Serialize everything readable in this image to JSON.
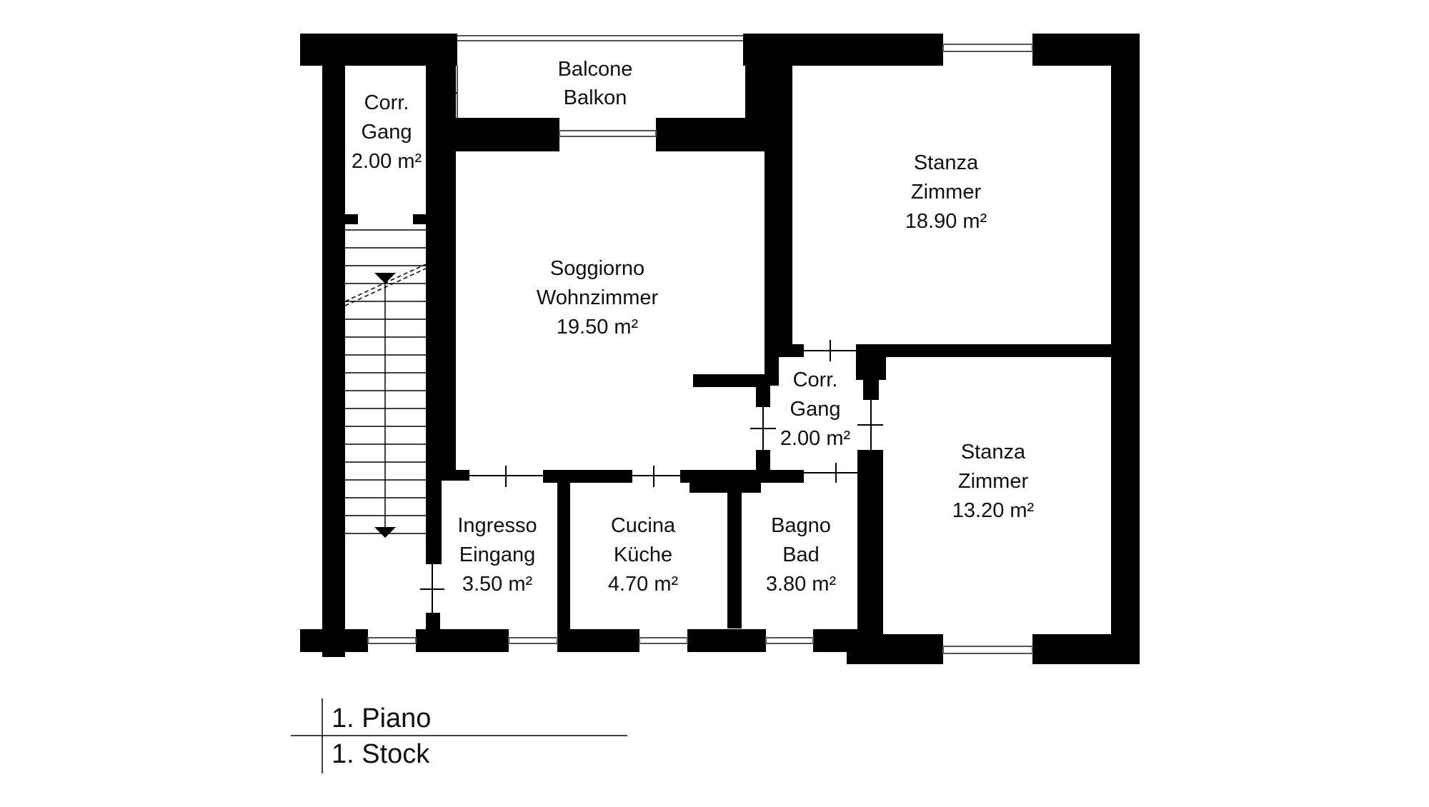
{
  "colors": {
    "background": "#ffffff",
    "wall": "#000000",
    "text": "#111111",
    "window_line": "#555555"
  },
  "rooms": {
    "balcone": {
      "lines": [
        "Balcone",
        "Balkon"
      ]
    },
    "corr_top": {
      "lines": [
        "Corr.",
        "Gang",
        "2.00 m²"
      ]
    },
    "soggiorno": {
      "lines": [
        "Soggiorno",
        "Wohnzimmer",
        "19.50 m²"
      ]
    },
    "stanza_top": {
      "lines": [
        "Stanza",
        "Zimmer",
        "18.90 m²"
      ]
    },
    "corr_mid": {
      "lines": [
        "Corr.",
        "Gang",
        "2.00 m²"
      ]
    },
    "stanza_bottom": {
      "lines": [
        "Stanza",
        "Zimmer",
        "13.20 m²"
      ]
    },
    "ingresso": {
      "lines": [
        "Ingresso",
        "Eingang",
        "3.50 m²"
      ]
    },
    "cucina": {
      "lines": [
        "Cucina",
        "Küche",
        "4.70 m²"
      ]
    },
    "bagno": {
      "lines": [
        "Bagno",
        "Bad",
        "3.80 m²"
      ]
    }
  },
  "legend": {
    "line1": "1. Piano",
    "line2": "1. Stock"
  }
}
